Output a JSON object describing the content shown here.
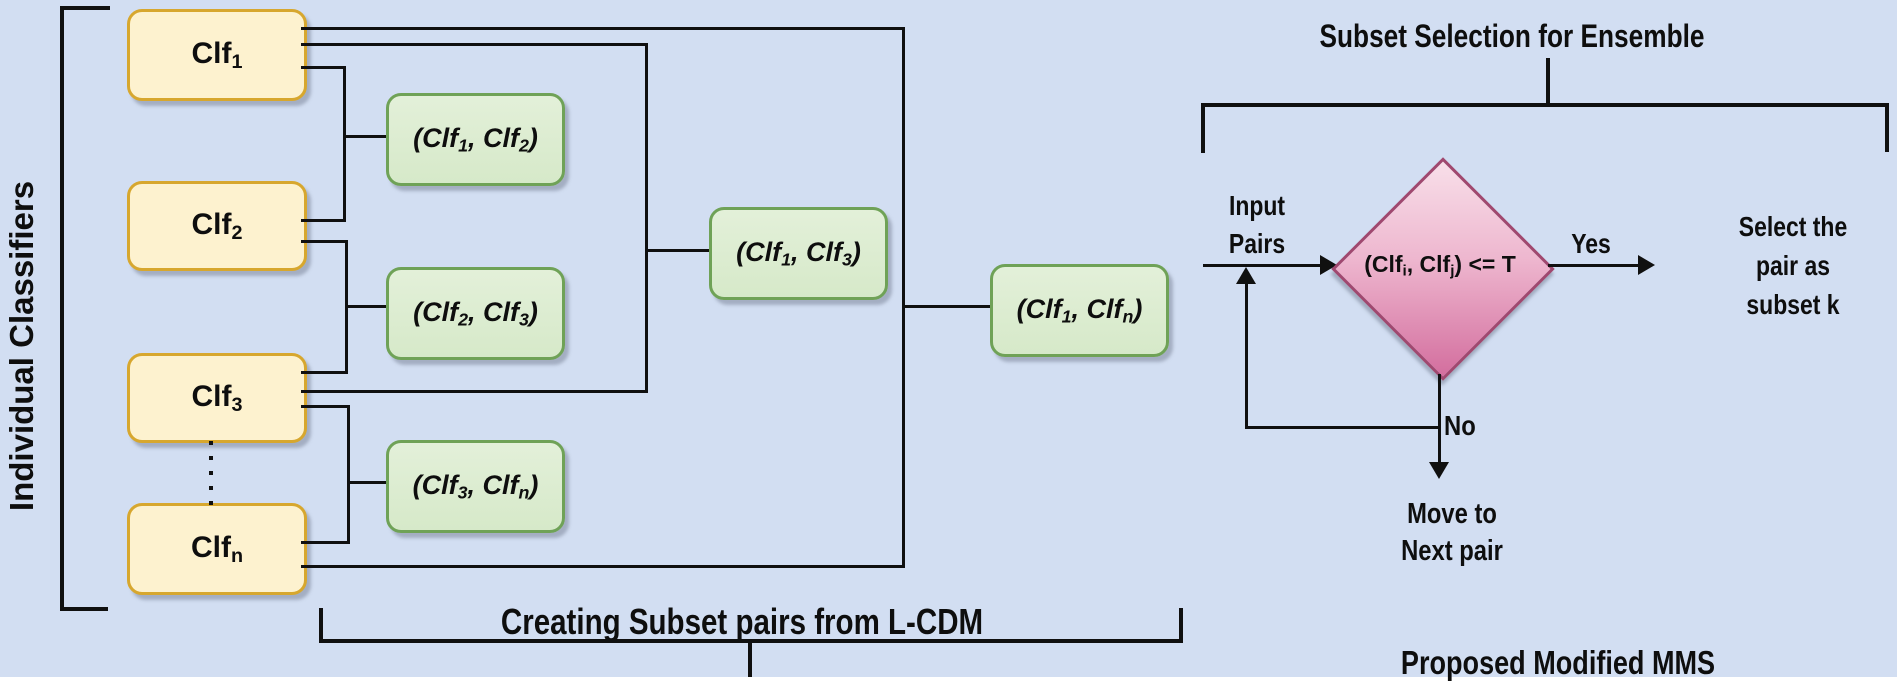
{
  "side_label": "Individual Classifiers",
  "titles": {
    "subset_selection": "Subset Selection for Ensemble",
    "creating_pairs": "Creating Subset pairs from L-CDM",
    "proposed": "Proposed Modified MMS"
  },
  "classifiers": [
    {
      "name": "Clf",
      "sub": "1"
    },
    {
      "name": "Clf",
      "sub": "2"
    },
    {
      "name": "Clf",
      "sub": "3"
    },
    {
      "name": "Clf",
      "sub": "n"
    }
  ],
  "pair_boxes": [
    {
      "p1": "(Clf",
      "s1": "1",
      "p2": ", Clf",
      "s2": "2",
      "p3": ")"
    },
    {
      "p1": "(Clf",
      "s1": "2",
      "p2": ", Clf",
      "s2": "3",
      "p3": ")"
    },
    {
      "p1": "(Clf",
      "s1": "3",
      "p2": ", Clf",
      "s2": "n",
      "p3": ")"
    },
    {
      "p1": "(Clf",
      "s1": "1",
      "p2": ", Clf",
      "s2": "3",
      "p3": ")"
    },
    {
      "p1": "(Clf",
      "s1": "1",
      "p2": ", Clf",
      "s2": "n",
      "p3": ")"
    }
  ],
  "flow": {
    "input_label": [
      "Input",
      "Pairs"
    ],
    "decision": {
      "p1": "(Clf",
      "s1": "i",
      "p2": ", Clf",
      "s2": "j",
      "p3": ") <= T"
    },
    "yes": "Yes",
    "no": "No",
    "select_label": [
      "Select the",
      "pair as",
      "subset k"
    ],
    "move_label": [
      "Move to",
      "Next pair"
    ]
  },
  "colors": {
    "background": "#d2def2",
    "classifier_fill": "#fdf2cf",
    "classifier_border": "#d7a72e",
    "pair_fill": "#dcecd0",
    "pair_border": "#6fa257",
    "diamond_fill_top": "#f8dfe9",
    "diamond_fill_bottom": "#d36e9e",
    "diamond_border": "#a0486f",
    "line": "#101010"
  }
}
